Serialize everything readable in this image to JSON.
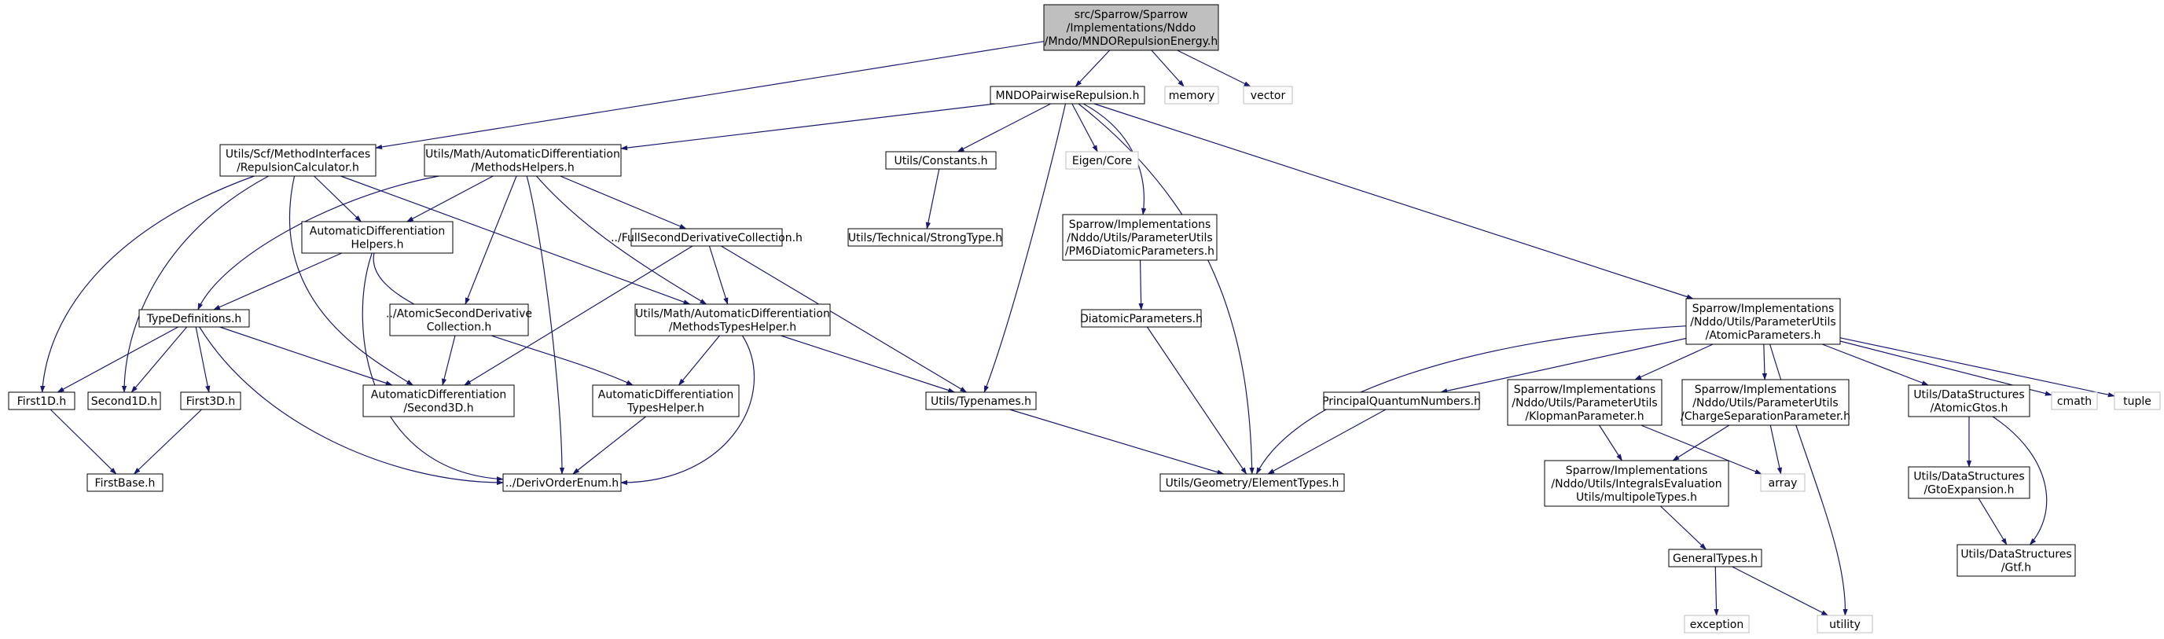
{
  "nodes": {
    "root": [
      "src/Sparrow/Sparrow",
      "/Implementations/Nddo",
      "/Mndo/MNDORepulsionEnergy.h"
    ],
    "memory": [
      "memory"
    ],
    "vector": [
      "vector"
    ],
    "mndo_pairwise": [
      "MNDOPairwiseRepulsion.h"
    ],
    "repulsion_calc": [
      "Utils/Scf/MethodInterfaces",
      "/RepulsionCalculator.h"
    ],
    "methods_helpers": [
      "Utils/Math/AutomaticDifferentiation",
      "/MethodsHelpers.h"
    ],
    "constants": [
      "Utils/Constants.h"
    ],
    "eigen_core": [
      "Eigen/Core"
    ],
    "strong_type": [
      "Utils/Technical/StrongType.h"
    ],
    "pm6_params": [
      "Sparrow/Implementations",
      "/Nddo/Utils/ParameterUtils",
      "/PM6DiatomicParameters.h"
    ],
    "diatomic_params": [
      "DiatomicParameters.h"
    ],
    "ad_helpers": [
      "AutomaticDifferentiation",
      "Helpers.h"
    ],
    "full_second": [
      "../FullSecondDerivativeCollection.h"
    ],
    "atomic_params": [
      "Sparrow/Implementations",
      "/Nddo/Utils/ParameterUtils",
      "/AtomicParameters.h"
    ],
    "type_definitions": [
      "TypeDefinitions.h"
    ],
    "atomic_second": [
      "../AtomicSecondDerivative",
      "Collection.h"
    ],
    "methods_types_helper": [
      "Utils/Math/AutomaticDifferentiation",
      "/MethodsTypesHelper.h"
    ],
    "first1d": [
      "First1D.h"
    ],
    "second1d": [
      "Second1D.h"
    ],
    "first3d": [
      "First3D.h"
    ],
    "ad_second3d": [
      "AutomaticDifferentiation",
      "/Second3D.h"
    ],
    "ad_types_helper": [
      "AutomaticDifferentiation",
      "TypesHelper.h"
    ],
    "typenames": [
      "Utils/Typenames.h"
    ],
    "pqn": [
      "PrincipalQuantumNumbers.h"
    ],
    "klopman": [
      "Sparrow/Implementations",
      "/Nddo/Utils/ParameterUtils",
      "/KlopmanParameter.h"
    ],
    "charge_sep": [
      "Sparrow/Implementations",
      "/Nddo/Utils/ParameterUtils",
      "/ChargeSeparationParameter.h"
    ],
    "atomic_gtos": [
      "Utils/DataStructures",
      "/AtomicGtos.h"
    ],
    "cmath": [
      "cmath"
    ],
    "tuple": [
      "tuple"
    ],
    "first_base": [
      "FirstBase.h"
    ],
    "deriv_order": [
      "../DerivOrderEnum.h"
    ],
    "element_types": [
      "Utils/Geometry/ElementTypes.h"
    ],
    "array": [
      "array"
    ],
    "multipole": [
      "Sparrow/Implementations",
      "/Nddo/Utils/IntegralsEvaluation",
      "Utils/multipoleTypes.h"
    ],
    "gto_expansion": [
      "Utils/DataStructures",
      "/GtoExpansion.h"
    ],
    "general_types": [
      "GeneralTypes.h"
    ],
    "gtf": [
      "Utils/DataStructures",
      "/Gtf.h"
    ],
    "exception": [
      "exception"
    ],
    "utility": [
      "utility"
    ]
  },
  "colors": {
    "edge": "#191970",
    "node_border": "#000000",
    "external_border": "#bfbfbf",
    "root_fill": "#bfbfbf",
    "text": "#000000"
  }
}
